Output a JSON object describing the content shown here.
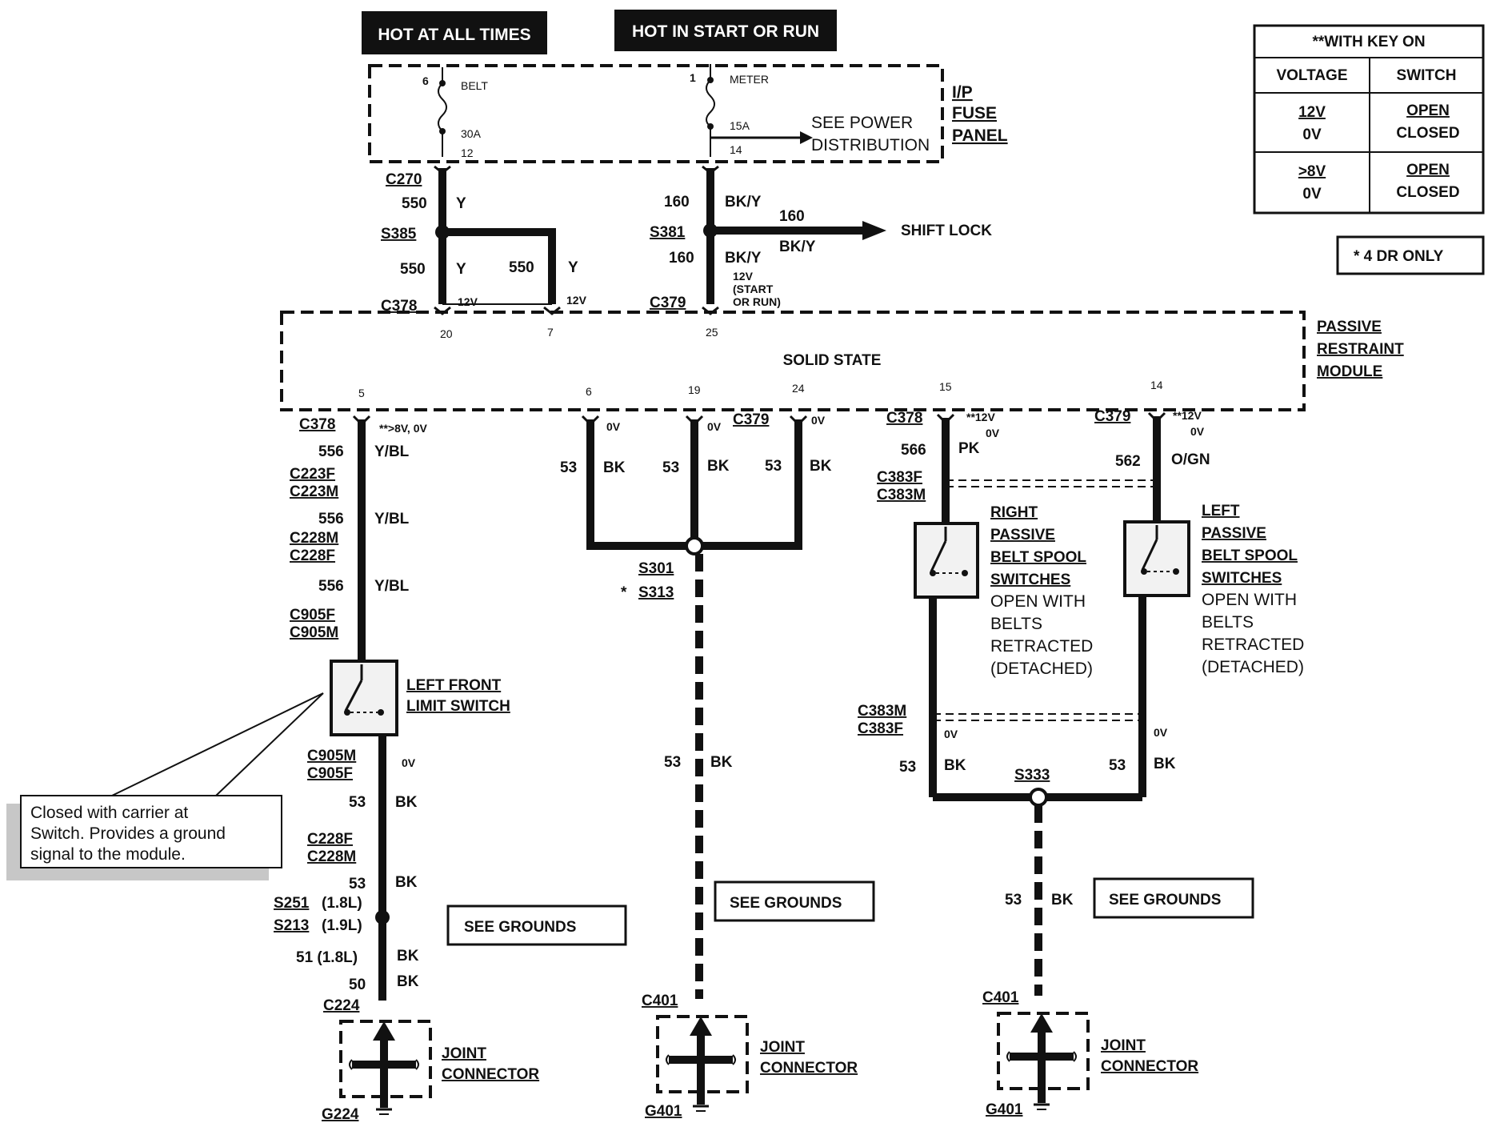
{
  "headers": {
    "hot_at_all_times": "HOT AT ALL TIMES",
    "hot_in_start_or_run": "HOT IN START OR RUN"
  },
  "fuse_panel": {
    "title_lines": [
      "I/P",
      "FUSE",
      "PANEL"
    ],
    "belt_fuse": {
      "pin_in": "6",
      "name": "BELT",
      "rating": "30A",
      "pin_out": "12"
    },
    "meter_fuse": {
      "pin_in": "1",
      "name": "METER",
      "rating": "15A",
      "pin_out": "14"
    },
    "see_power_lines": [
      "SEE POWER",
      "DISTRIBUTION"
    ]
  },
  "key_table": {
    "title": "**WITH KEY ON",
    "col_voltage": "VOLTAGE",
    "col_switch": "SWITCH",
    "rows": [
      {
        "v1": "12V",
        "v2": "0V",
        "s1": "OPEN",
        "s2": "CLOSED"
      },
      {
        "v1": ">8V",
        "v2": "0V",
        "s1": "OPEN",
        "s2": "CLOSED"
      }
    ]
  },
  "four_dr_note": "*  4 DR ONLY",
  "upper_left": {
    "c270": "C270",
    "c378": "C378",
    "s385": "S385",
    "circuit": "550",
    "color": "Y",
    "v12": "12V",
    "pin20": "20",
    "pin7": "7"
  },
  "upper_mid": {
    "s381": "S381",
    "c379": "C379",
    "circuit": "160",
    "color": "BK/Y",
    "v12": "12V",
    "start_run_lines": [
      "(START",
      "OR RUN)"
    ],
    "pin25": "25",
    "shift_lock": "SHIFT LOCK"
  },
  "module": {
    "solid_state": "SOLID STATE",
    "title_lines": [
      "PASSIVE",
      "RESTRAINT",
      "MODULE"
    ],
    "pins": {
      "p5": "5",
      "p6": "6",
      "p19": "19",
      "p24": "24",
      "p15": "15",
      "p14": "14"
    }
  },
  "left_branch": {
    "c378": "C378",
    "note_8v": "**>8V, 0V",
    "circuit": "556",
    "color": "Y/BL",
    "c223f": "C223F",
    "c223m": "C223M",
    "c228m": "C228M",
    "c228f": "C228F",
    "c905f": "C905F",
    "c905m": "C905M",
    "switch_lines": [
      "LEFT FRONT",
      "LIMIT SWITCH"
    ],
    "c905m_b": "C905M",
    "c905f_b": "C905F",
    "v0": "0V",
    "gnd_circuit": "53",
    "gnd_color": "BK",
    "c228f_b": "C228F",
    "c228m_b": "C228M",
    "s251": "S251",
    "s251_suffix": "(1.8L)",
    "s213": "S213",
    "s213_suffix": "(1.9L)",
    "c51": "51 (1.8L)",
    "c50": "50",
    "c224": "C224",
    "g224": "G224",
    "joint_lines": [
      "JOINT",
      "CONNECTOR"
    ],
    "see_grounds": "SEE GROUNDS"
  },
  "callout_lines": [
    "Closed    with    carrier    at",
    "Switch. Provides a ground",
    "signal to the module."
  ],
  "middle_branch": {
    "c379": "C379",
    "v0": "0V",
    "circuit": "53",
    "color": "BK",
    "s301": "S301",
    "s313_star": "*",
    "s313": "S313",
    "see_grounds": "SEE GROUNDS",
    "c401": "C401",
    "g401": "G401",
    "joint_lines": [
      "JOINT",
      "CONNECTOR"
    ]
  },
  "right_branch": {
    "c378": "C378",
    "c379": "C379",
    "v12": "**12V",
    "v0": "0V",
    "c566": "566",
    "pk": "PK",
    "c562": "562",
    "ogn": "O/GN",
    "c383f": "C383F",
    "c383m": "C383M",
    "right_spool_lines": [
      "RIGHT",
      "PASSIVE",
      "BELT SPOOL",
      "SWITCHES"
    ],
    "left_spool_lines": [
      "LEFT",
      "PASSIVE",
      "BELT SPOOL",
      "SWITCHES"
    ],
    "spool_note_lines": [
      "OPEN WITH",
      "BELTS",
      "RETRACTED",
      "(DETACHED)"
    ],
    "c383m_b": "C383M",
    "c383f_b": "C383F",
    "gnd_circuit": "53",
    "gnd_color": "BK",
    "s333": "S333",
    "see_grounds": "SEE GROUNDS",
    "c401": "C401",
    "g401": "G401",
    "joint_lines": [
      "JOINT",
      "CONNECTOR"
    ]
  }
}
